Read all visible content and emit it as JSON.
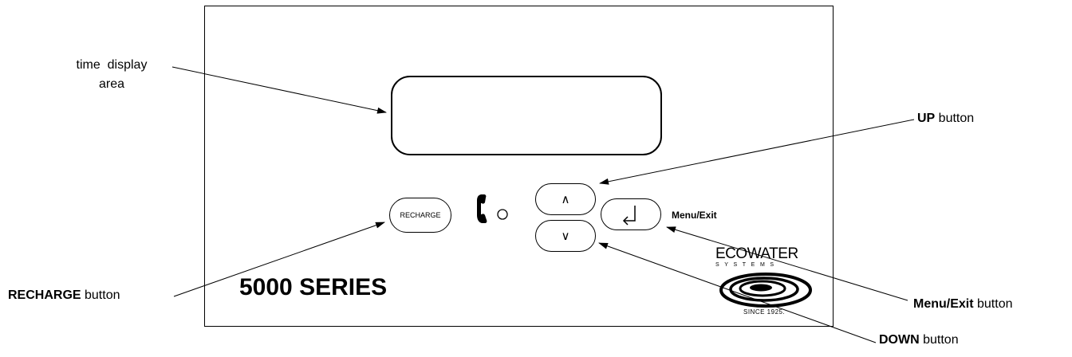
{
  "title": "5000 SERIES",
  "buttons": {
    "recharge": "RECHARGE",
    "up_symbol": "∧",
    "down_symbol": "∨",
    "menu_label": "Menu/Exit"
  },
  "icons": {
    "phone": "phone-icon",
    "indicator": "indicator-light-icon",
    "enter": "enter-arrow-icon",
    "logo_swirl": "swirl-logo-icon"
  },
  "brand": {
    "name": "ECOWATER",
    "sub": "SYSTEMS",
    "since": "SINCE 1925."
  },
  "callouts": {
    "time_line1": "time  display",
    "time_line2": "area",
    "up_bold": "UP",
    "up_rest": " button",
    "recharge_bold": "RECHARGE",
    "recharge_rest": " button",
    "menuexit_bold": "Menu/Exit",
    "menuexit_rest": " button",
    "down_bold": "DOWN",
    "down_rest": " button"
  }
}
